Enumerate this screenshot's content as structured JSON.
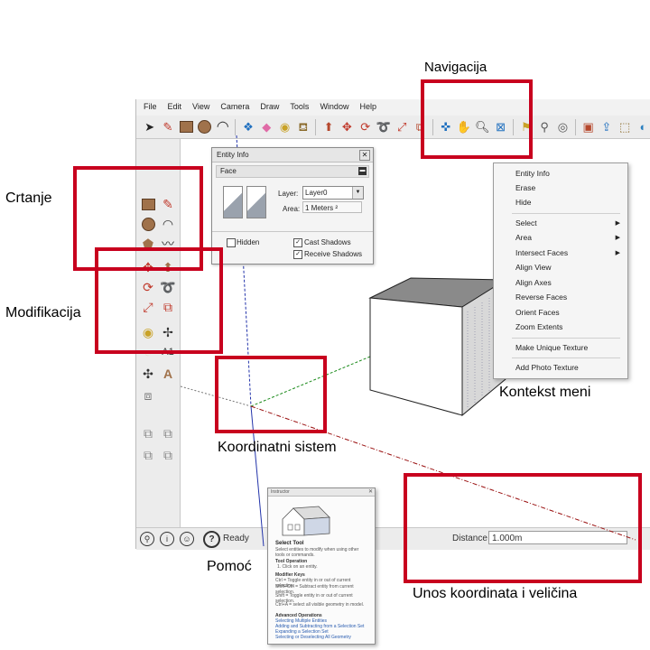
{
  "menubar": [
    "File",
    "Edit",
    "View",
    "Camera",
    "Draw",
    "Tools",
    "Window",
    "Help"
  ],
  "entity_info": {
    "title": "Entity Info",
    "type": "Face",
    "layer_label": "Layer:",
    "layer_value": "Layer0",
    "area_label": "Area:",
    "area_value": "1 Meters ²",
    "hidden_label": "Hidden",
    "cast_shadows_label": "Cast Shadows",
    "receive_shadows_label": "Receive Shadows"
  },
  "context_menu": {
    "items": [
      "Entity Info",
      "Erase",
      "Hide",
      "Select",
      "Area",
      "Intersect Faces",
      "Align View",
      "Align Axes",
      "Reverse Faces",
      "Orient Faces",
      "Zoom Extents",
      "Make Unique Texture",
      "Add Photo Texture"
    ]
  },
  "statusbar": {
    "ready": "Ready",
    "measure_label": "Distance",
    "measure_value": "1.000m"
  },
  "help": {
    "title": "Instructor",
    "tool_name": "Select Tool",
    "tool_desc": "Select entities to modify when using other tools or commands.",
    "op_heading": "Tool Operation",
    "op_item": "1. Click on an entity.",
    "keys_heading": "Modifier Keys",
    "key1": "Ctrl = Toggle entity in or out of current selection.",
    "key2": "Shift+Ctrl = Subtract entity from current selection.",
    "key3": "Shift = Toggle entity in or out of current selection.",
    "key4": "Ctrl+A = select all visible geometry in model.",
    "adv_heading": "Advanced Operations",
    "adv1": "Selecting Multiple Entities",
    "adv2": "Adding and Subtracting from a Selection Set",
    "adv3": "Expanding a Selection Set",
    "adv4": "Selecting or Deselecting All Geometry"
  },
  "annotations": {
    "navigacija": "Navigacija",
    "crtanje": "Crtanje",
    "modifikacija": "Modifikacija",
    "kontekst": "Kontekst meni",
    "koordinatni": "Koordinatni sistem",
    "pomoc": "Pomoć",
    "unos": "Unos koordinata i veličina"
  }
}
